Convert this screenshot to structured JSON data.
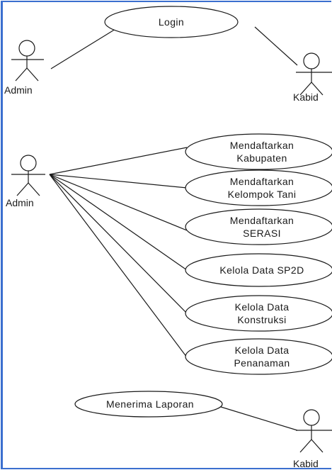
{
  "actors": {
    "admin_top": "Admin",
    "kabid_top": "Kabid",
    "admin_main": "Admin",
    "kabid_bottom": "Kabid"
  },
  "use_cases": {
    "login": [
      "Login"
    ],
    "mendaftarkan_kabupaten": [
      "Mendaftarkan",
      "Kabupaten"
    ],
    "mendaftarkan_kelompok_tani": [
      "Mendaftarkan",
      "Kelompok Tani"
    ],
    "mendaftarkan_serasi": [
      "Mendaftarkan",
      "SERASI"
    ],
    "kelola_data_sp2d": [
      "Kelola Data SP2D"
    ],
    "kelola_data_konstruksi": [
      "Kelola Data",
      "Konstruksi"
    ],
    "kelola_data_penanaman": [
      "Kelola Data",
      "Penanaman"
    ],
    "menerima_laporan": [
      "Menerima Laporan"
    ]
  },
  "colors": {
    "line": "#1a1a1a",
    "frame": "#3b6fcf",
    "background": "#ffffff"
  }
}
